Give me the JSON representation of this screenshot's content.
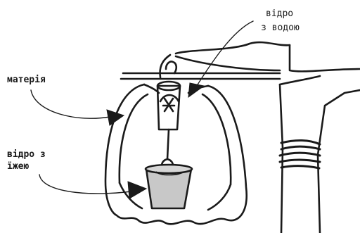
{
  "labels": {
    "fabric": "матерія",
    "water_bucket_line1": "відро",
    "water_bucket_line2": "з водою",
    "food_bucket_line1": "відро з",
    "food_bucket_line2": "їжею"
  },
  "colors": {
    "ink": "#1a1a1a",
    "bucket_fill": "#c8c8c8",
    "background": "#ffffff"
  }
}
